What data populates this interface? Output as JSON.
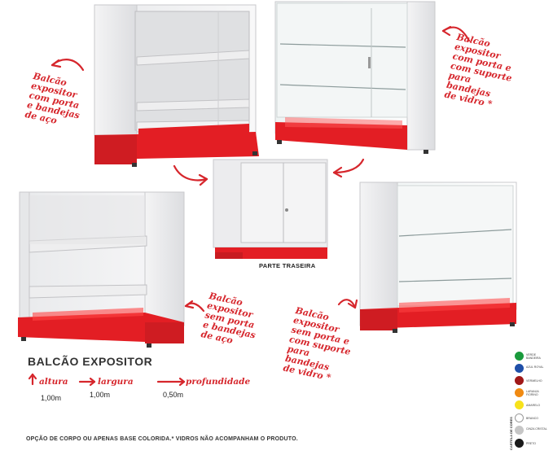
{
  "annotations": {
    "counter1": "Balcão\nexpositor\ncom porta\ne bandejas\nde aço",
    "counter2": "Balcão\nexpositor\ncom porta e\ncom suporte\npara\nbandejas\nde vidro *",
    "counter4": "Balcão\nexpositor\nsem porta\ne bandejas\nde aço",
    "counter5": "Balcão\nexpositor\nsem porta e\ncom suporte\npara\nbandejas\nde vidro *"
  },
  "back_view_caption": "PARTE TRASEIRA",
  "product_title": "BALCÃO EXPOSITOR",
  "dimensions": [
    {
      "label": "altura",
      "value": "1,00m"
    },
    {
      "label": "largura",
      "value": "1,00m"
    },
    {
      "label": "profundidade",
      "value": "0,50m"
    }
  ],
  "footnote": "OPÇÃO DE CORPO OU APENAS BASE COLORIDA.* VIDROS NÃO ACOMPANHAM O PRODUTO.",
  "color_legend": {
    "title": "CARTELA DE CORES",
    "colors": [
      {
        "name": "VERDE BANDEIRA",
        "hex": "#1a9a3c"
      },
      {
        "name": "AZUL ROYAL",
        "hex": "#1f4fa8"
      },
      {
        "name": "VERMELHO",
        "hex": "#a01818"
      },
      {
        "name": "LARANJA FIORINO",
        "hex": "#f08a12"
      },
      {
        "name": "AMARELO",
        "hex": "#f7e21b"
      },
      {
        "name": "BRANCO",
        "hex": "#ffffff"
      },
      {
        "name": "CINZA CRISTAL",
        "hex": "#c6c6c6"
      },
      {
        "name": "PRETO",
        "hex": "#1a1a1a"
      }
    ]
  },
  "accent_red": "#d6262c"
}
